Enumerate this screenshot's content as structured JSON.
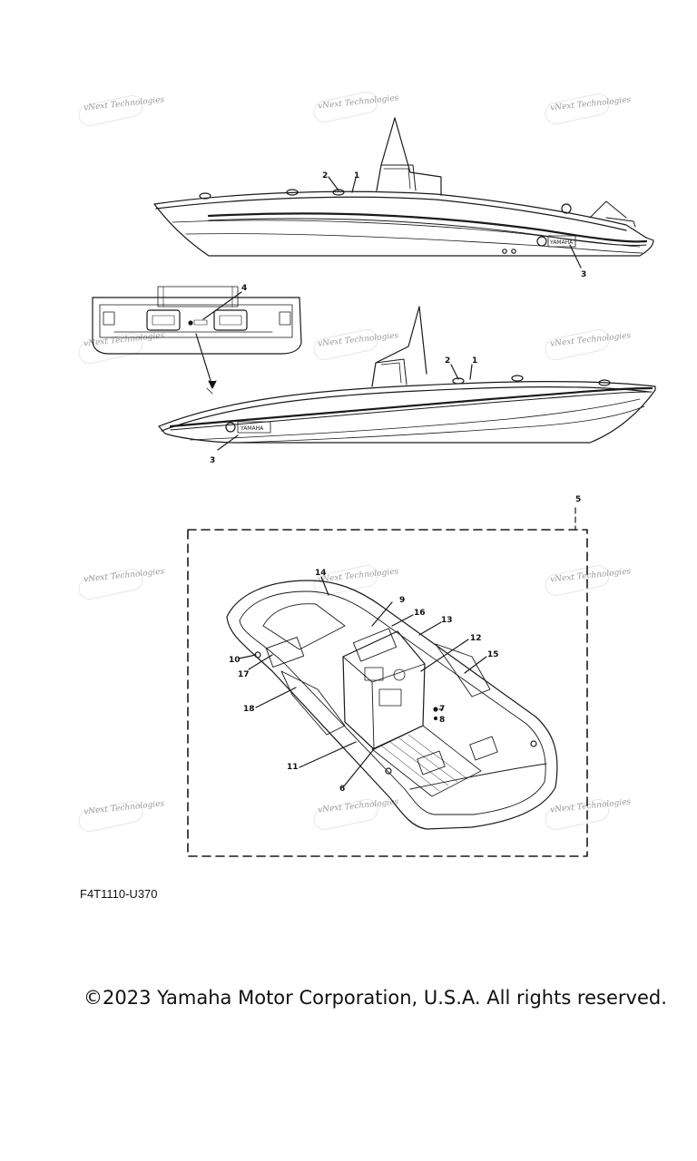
{
  "watermark": {
    "text": "vNext Technologies"
  },
  "diagram": {
    "code": "F4T1110-U370",
    "callouts": {
      "c1a": "1",
      "c2a": "2",
      "c3a": "3",
      "c4": "4",
      "c1b": "1",
      "c2b": "2",
      "c3b": "3",
      "c5": "5",
      "c6": "6",
      "c7": "7",
      "c8": "8",
      "c9": "9",
      "c10": "10",
      "c11": "11",
      "c12": "12",
      "c13": "13",
      "c14": "14",
      "c15": "15",
      "c16": "16",
      "c17": "17",
      "c18": "18"
    },
    "decal_text": {
      "brand": "YAMAHA"
    }
  },
  "footer": {
    "copyright": "©2023 Yamaha Motor Corporation, U.S.A. All rights reserved."
  }
}
